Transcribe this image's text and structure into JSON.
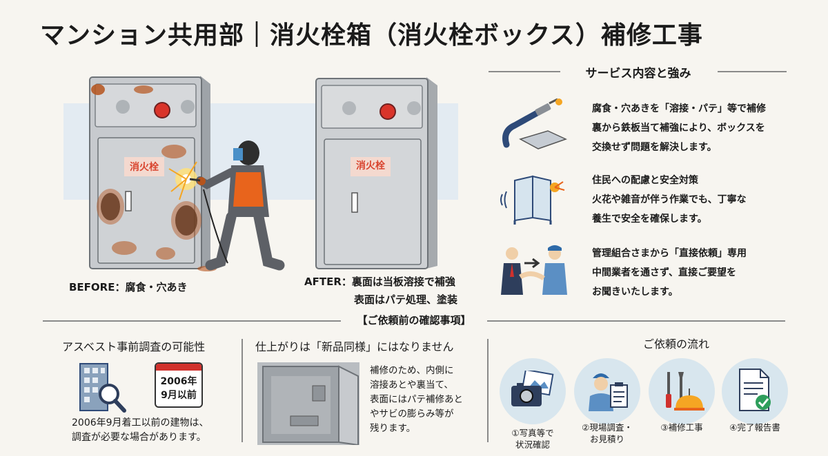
{
  "title": "マンション共用部｜消火栓箱（消火栓ボックス）補修工事",
  "services": {
    "heading": "サービス内容と強み",
    "items": [
      {
        "icon": "welding-torch-icon",
        "lines": [
          "腐食・穴あきを「溶接・パテ」等で補修",
          "裏から鉄板当て補強により、ボックスを",
          "交換せず問題を解決します。"
        ]
      },
      {
        "icon": "safety-screen-icon",
        "lines": [
          "住民への配慮と安全対策",
          "火花や雑音が伴う作業でも、丁寧な",
          "養生で安全を確保します。"
        ]
      },
      {
        "icon": "handshake-icon",
        "lines": [
          "管理組合さまから「直接依頼」専用",
          "中間業者を通さず、直接ご要望を",
          "お聞きいたします。"
        ]
      }
    ]
  },
  "before_after": {
    "box_label": "消火栓",
    "before_caption": "BEFORE：腐食・穴あき",
    "after_caption_1": "AFTER：裏面は当板溶接で補強",
    "after_caption_2": "表面はパテ処理、塗装"
  },
  "confirm": {
    "heading": "【ご依頼前の確認事項】",
    "asbestos": {
      "heading": "アスベスト事前調査の可能性",
      "calendar_lines": [
        "2006年",
        "9月以前"
      ],
      "text": [
        "2006年9月着工以前の建物は、",
        "調査が必要な場合があります。"
      ]
    },
    "finish": {
      "heading": "仕上がりは「新品同様」にはなりません",
      "text": [
        "補修のため、内側に",
        "溶接あとや裏当て、",
        "表面にはパテ補修あと",
        "やサビの膨らみ等が",
        "残ります。"
      ]
    }
  },
  "flow": {
    "heading": "ご依頼の流れ",
    "steps": [
      {
        "icon": "camera-photo-icon",
        "label_1": "①写真等で",
        "label_2": "状況確認"
      },
      {
        "icon": "inspector-clipboard-icon",
        "label_1": "②現場調査・",
        "label_2": "お見積り"
      },
      {
        "icon": "tools-helmet-icon",
        "label_1": "③補修工事",
        "label_2": ""
      },
      {
        "icon": "report-document-icon",
        "label_1": "④完了報告書",
        "label_2": ""
      }
    ]
  },
  "colors": {
    "background": "#f7f5f0",
    "rust": "#b5541c",
    "box_gray": "#c9ccd0",
    "accent_blue": "#2e4a78",
    "circle_bg": "#d8e6ee",
    "label_red": "#d9452f"
  }
}
